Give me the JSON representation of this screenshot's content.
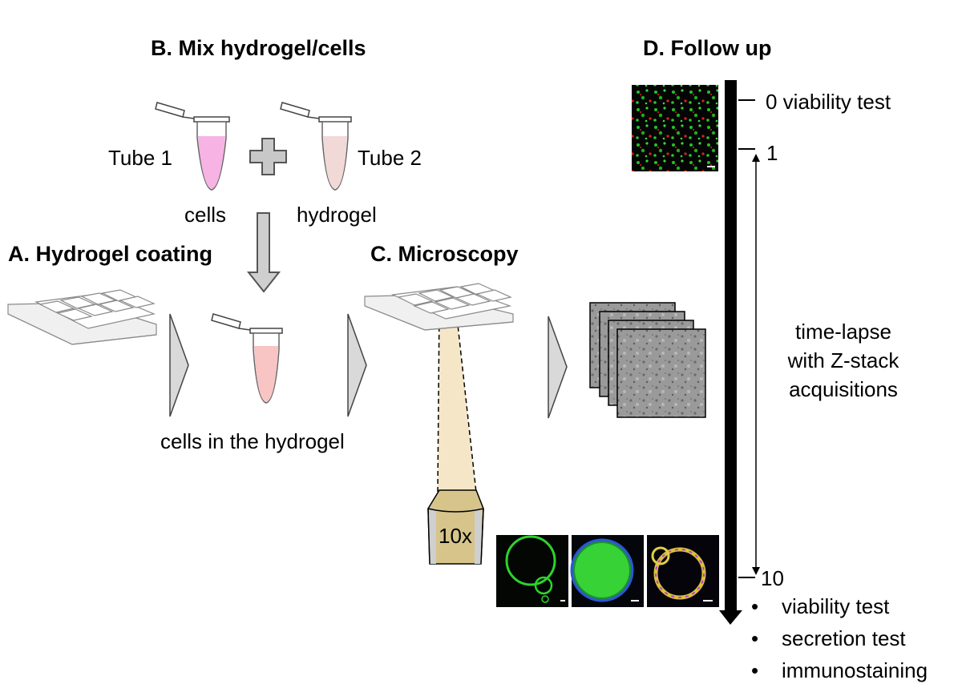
{
  "headings": {
    "mix": "B. Mix hydrogel/cells",
    "follow": "D. Follow up",
    "coating": "A. Hydrogel coating",
    "microscopy": "C. Microscopy"
  },
  "tubes": {
    "tube1": "Tube 1",
    "tube2": "Tube 2",
    "cells": "cells",
    "hydrogel": "hydrogel",
    "mixed": "cells in the hydrogel"
  },
  "objective": "10x",
  "timeline": {
    "t0": "0 viability test",
    "t1": "1",
    "t10": "10",
    "span_label_line1": "time-lapse",
    "span_label_line2": "with Z-stack",
    "span_label_line3": "acquisitions",
    "endpoints": [
      "viability test",
      "secretion test",
      "immunostaining"
    ]
  },
  "colors": {
    "tube1_fill": "#f6b3e4",
    "tube2_fill": "#f1d9d8",
    "mixed_fill": "#f9c4c4",
    "beam": "#f6e6c8",
    "stack_gray": "#8c8c8c",
    "live_green": "#22c322",
    "dead_red": "#e02020"
  }
}
